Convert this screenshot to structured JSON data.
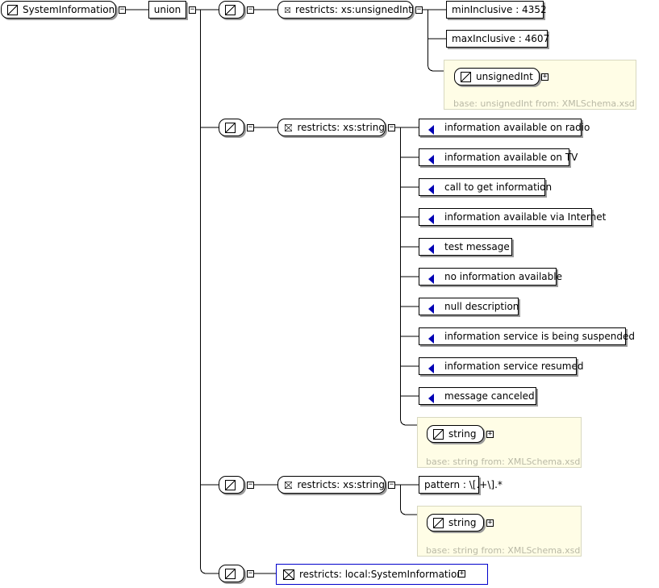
{
  "root": {
    "label": "SystemInformation"
  },
  "union": {
    "label": "union"
  },
  "branch1": {
    "restriction": "restricts: xs:unsignedInt",
    "facets": [
      "minInclusive : 4352",
      "maxInclusive : 4607"
    ],
    "base_type": "unsignedInt",
    "base_note": "base: unsignedInt from: XMLSchema.xsd"
  },
  "branch2": {
    "restriction": "restricts: xs:string",
    "enumerations": [
      "information available on radio",
      "information available on TV",
      "call to get information",
      "information available via Internet",
      "test message",
      "no information available",
      "null description",
      "information service is being suspended",
      "information service resumed",
      "message canceled"
    ],
    "base_type": "string",
    "base_note": "base: string from: XMLSchema.xsd"
  },
  "branch3": {
    "restriction": "restricts: xs:string",
    "facets": [
      "pattern : \\[.+\\].*"
    ],
    "base_type": "string",
    "base_note": "base: string from: XMLSchema.xsd"
  },
  "branch4": {
    "restriction": "restricts: local:SystemInformation"
  },
  "icons": {
    "simple_type": "simple-type-icon",
    "restriction": "restriction-bowtie-icon",
    "enumeration": "enumeration-triangle-icon",
    "expand": "expand-plus-icon",
    "collapse": "collapse-minus-icon"
  }
}
